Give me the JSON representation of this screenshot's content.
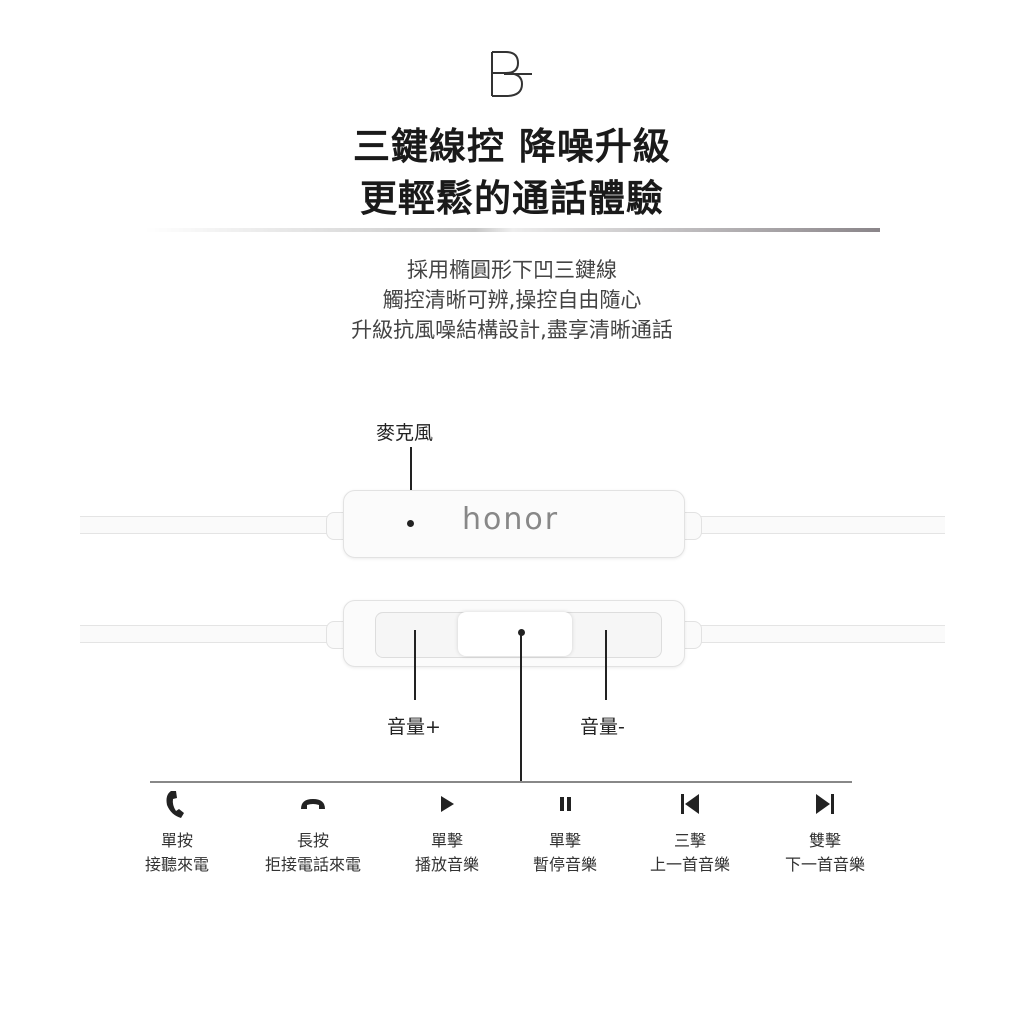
{
  "title": {
    "line1": "三鍵線控 降噪升級",
    "line2": "更輕鬆的通話體驗"
  },
  "description": [
    "採用橢圓形下凹三鍵線",
    "觸控清晰可辨,操控自由隨心",
    "升級抗風噪結構設計,盡享清晰通話"
  ],
  "diagram": {
    "mic_label": "麥克風",
    "brand": "honor",
    "vol_up_label": "音量+",
    "vol_down_label": "音量-"
  },
  "functions": [
    {
      "icon": "phone-icon",
      "action": "單按",
      "result": "接聽來電"
    },
    {
      "icon": "hang-up-icon",
      "action": "長按",
      "result": "拒接電話來電"
    },
    {
      "icon": "play-icon",
      "action": "單擊",
      "result": "播放音樂"
    },
    {
      "icon": "pause-icon",
      "action": "單擊",
      "result": "暫停音樂"
    },
    {
      "icon": "previous-track-icon",
      "action": "三擊",
      "result": "上一首音樂"
    },
    {
      "icon": "next-track-icon",
      "action": "雙擊",
      "result": "下一首音樂"
    }
  ]
}
